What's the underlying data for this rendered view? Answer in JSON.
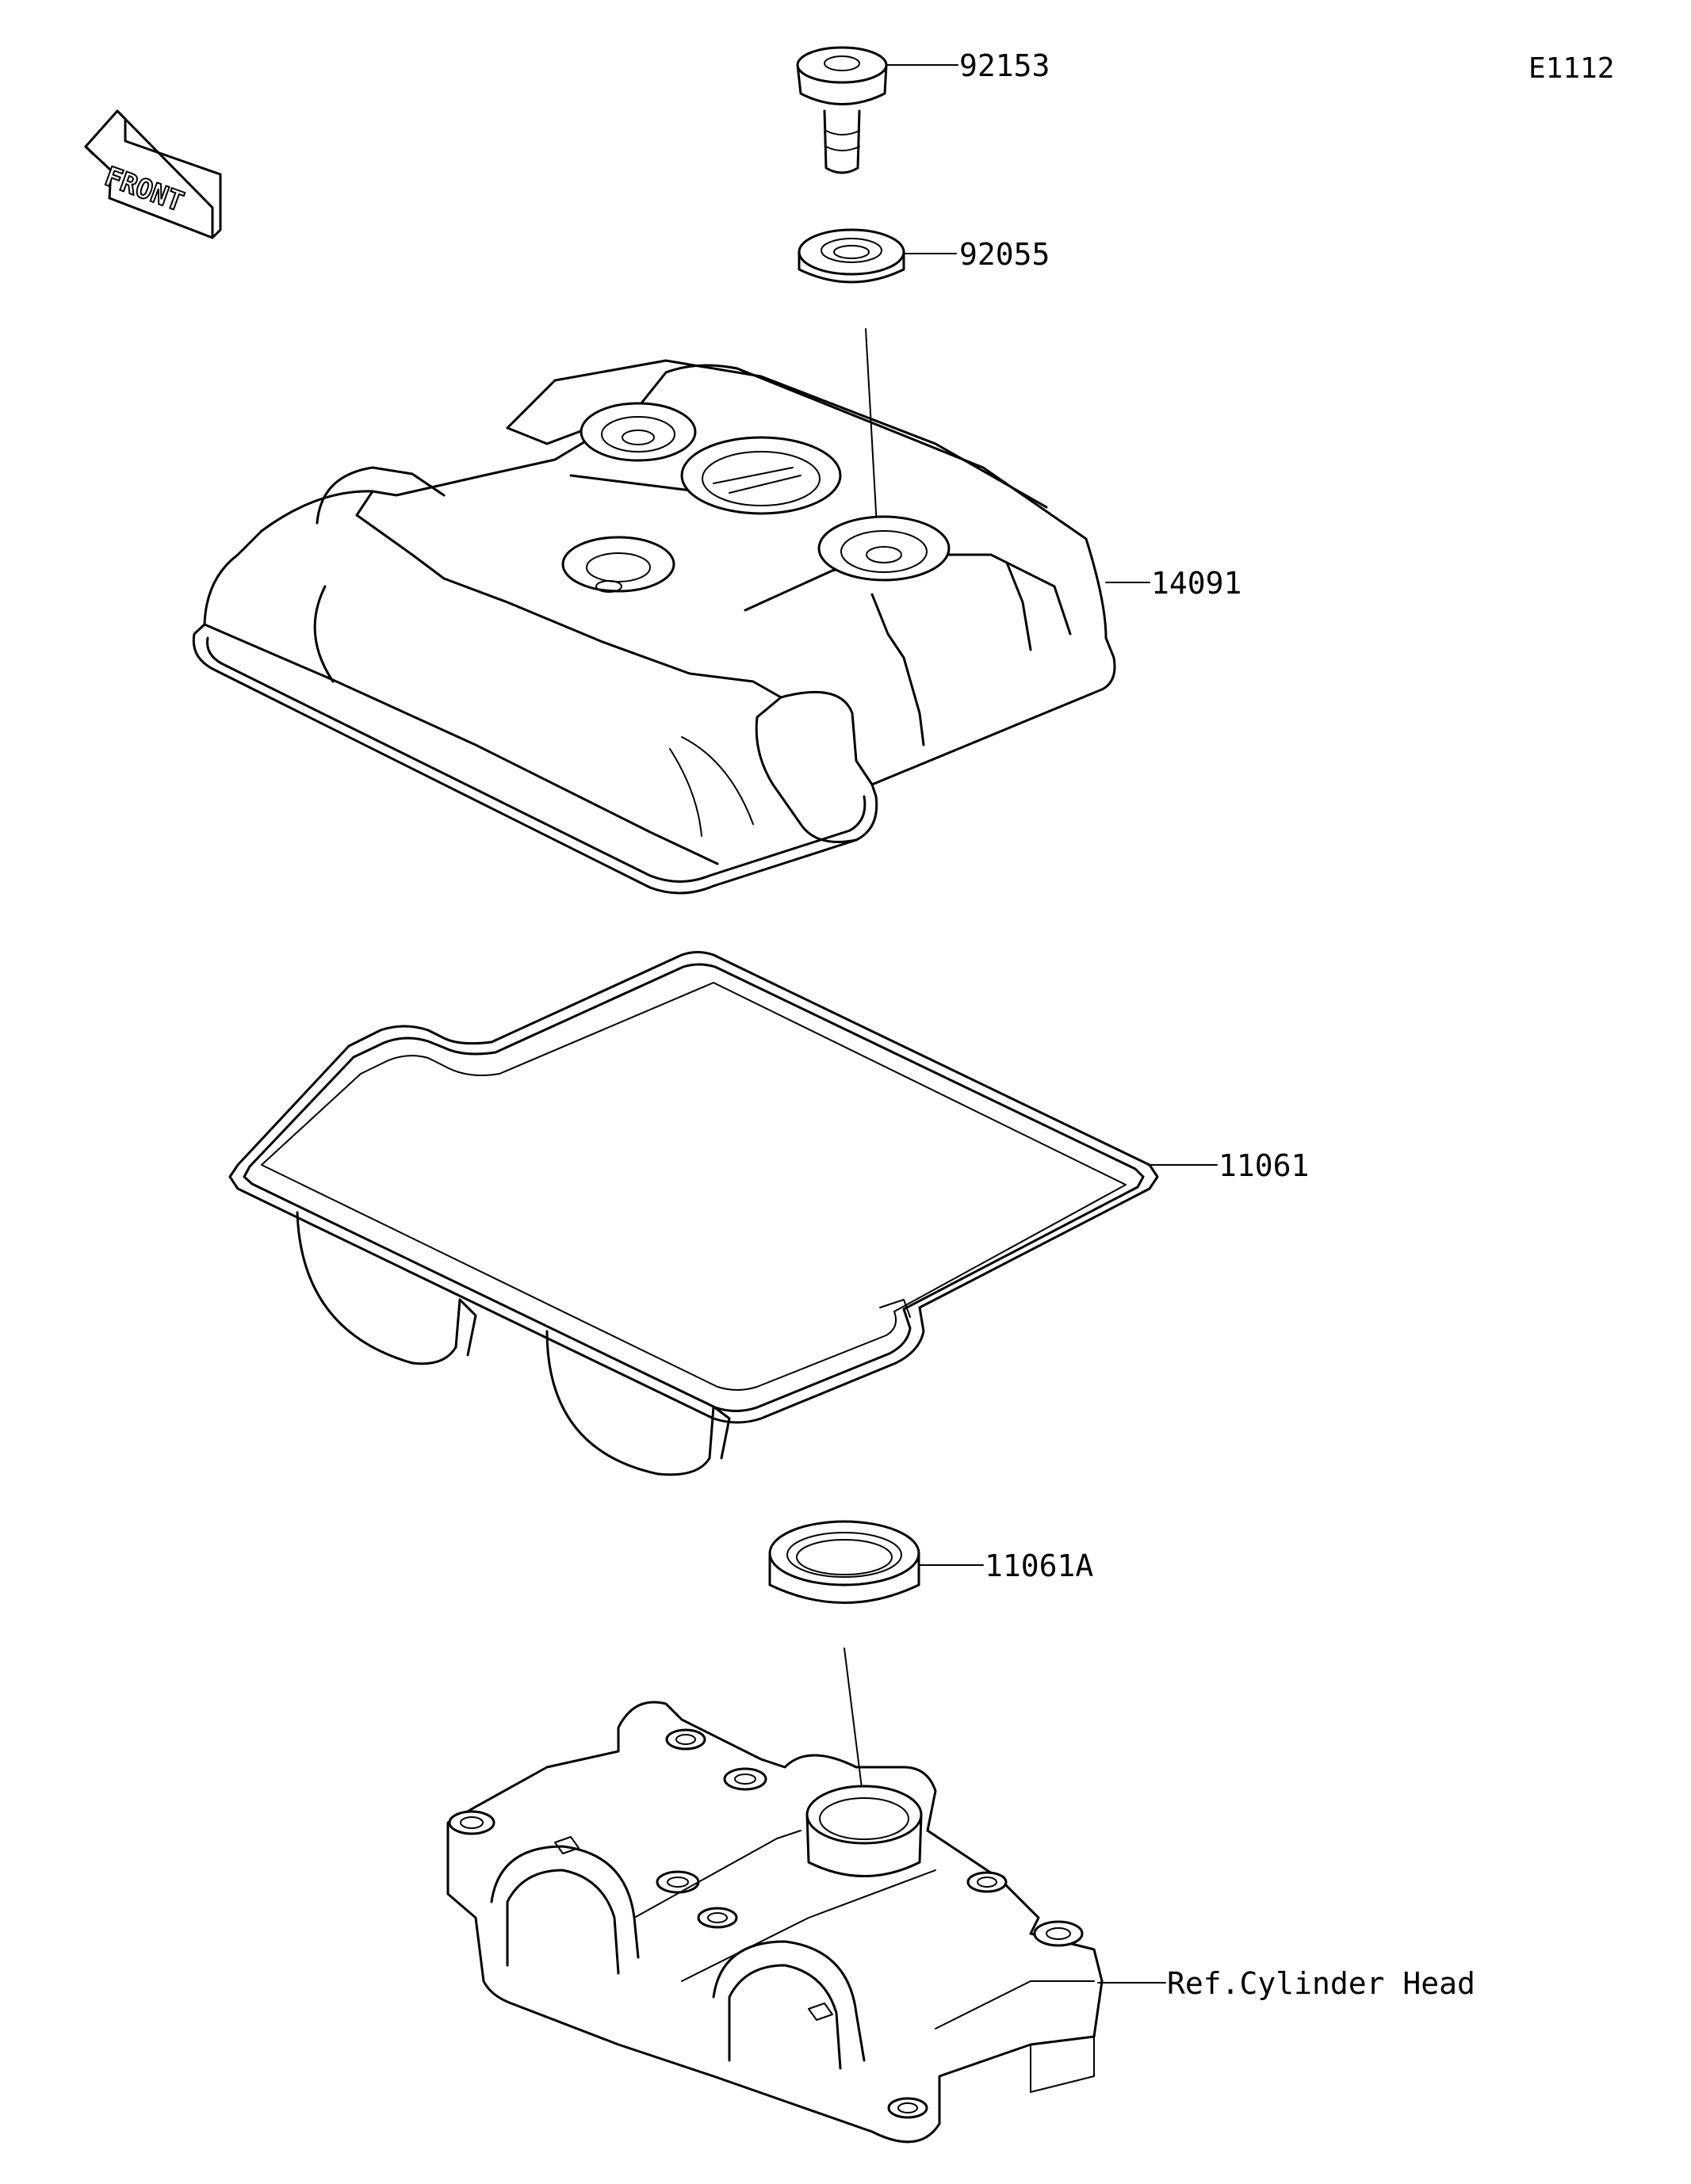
{
  "diagram_code": "E1112",
  "front_label": "FRONT",
  "parts": [
    {
      "number": "92153",
      "kind": "bolt"
    },
    {
      "number": "92055",
      "kind": "grommet"
    },
    {
      "number": "14091",
      "kind": "cylinder-head-cover"
    },
    {
      "number": "11061",
      "kind": "gasket"
    },
    {
      "number": "11061A",
      "kind": "seal-ring"
    }
  ],
  "reference": "Ref.Cylinder Head"
}
